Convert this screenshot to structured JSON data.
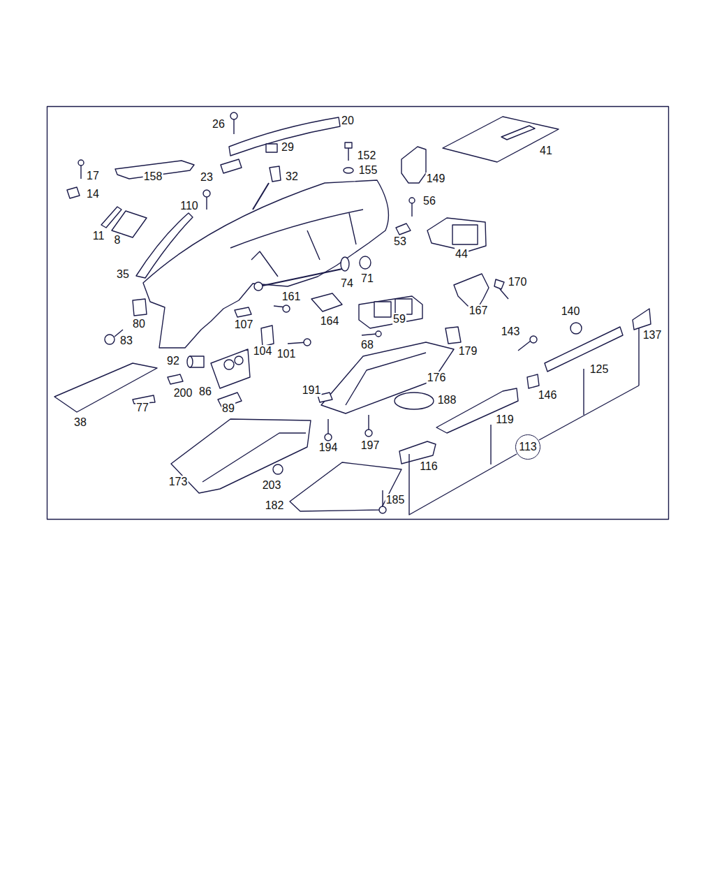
{
  "diagram": {
    "nodes": [
      {
        "text": [
          "113"
        ]
      }
    ],
    "labels": [
      "26",
      "20",
      "29",
      "152",
      "155",
      "149",
      "41",
      "17",
      "158",
      "23",
      "32",
      "14",
      "110",
      "56",
      "11",
      "8",
      "53",
      "44",
      "35",
      "74",
      "71",
      "170",
      "161",
      "80",
      "107",
      "164",
      "59",
      "167",
      "140",
      "143",
      "137",
      "83",
      "104",
      "101",
      "68",
      "179",
      "92",
      "125",
      "86",
      "200",
      "191",
      "176",
      "146",
      "188",
      "77",
      "89",
      "119",
      "38",
      "194",
      "197",
      "116",
      "173",
      "203",
      "182",
      "185"
    ]
  }
}
